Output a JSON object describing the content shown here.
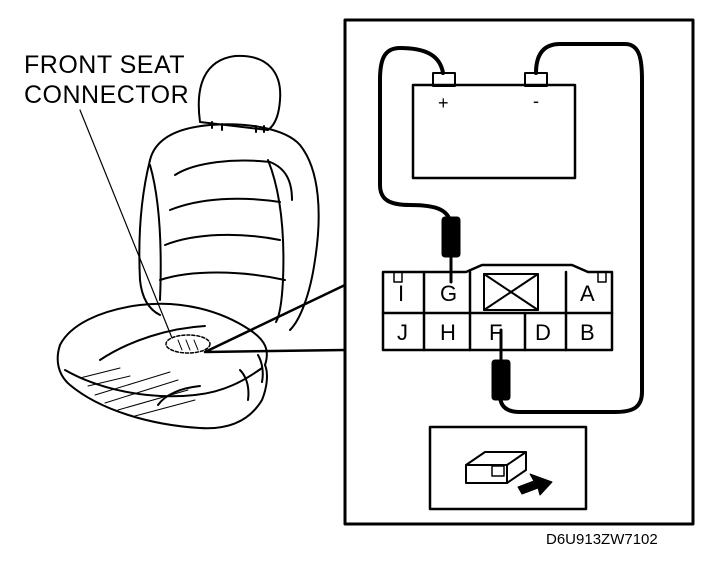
{
  "callout": {
    "line1": "FRONT SEAT",
    "line2": "CONNECTOR"
  },
  "battery": {
    "positive": "+",
    "negative": "-"
  },
  "connector": {
    "top_row": [
      "I",
      "G",
      "A"
    ],
    "bottom_row": [
      "J",
      "H",
      "F",
      "D",
      "B"
    ]
  },
  "figure_id": "D6U913ZW7102"
}
